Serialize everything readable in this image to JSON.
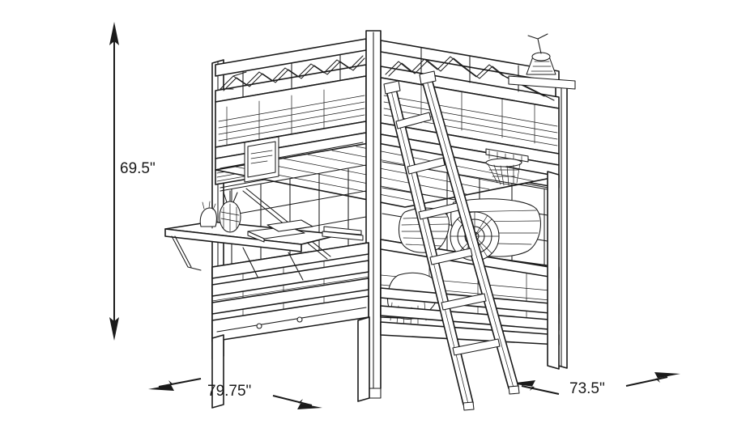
{
  "drawing": {
    "title": "Bunk Bed Dimension Diagram",
    "subject": "corner loft bunk bed with ladder and desk",
    "style": "black and white line art technical illustration",
    "background_color": "#ffffff",
    "line_color": "#1a1a1a"
  },
  "dimensions": {
    "height": {
      "value": "69.5\"",
      "axis": "vertical",
      "arrow": "double-headed",
      "position": "left"
    },
    "width": {
      "value": "79.75\"",
      "axis": "horizontal-left-perspective",
      "arrow": "double-headed",
      "position": "bottom-left"
    },
    "depth": {
      "value": "73.5\"",
      "axis": "horizontal-right-perspective",
      "arrow": "double-headed",
      "position": "bottom-right"
    }
  },
  "features": {
    "upper_bunk": "top bunk with chevron truss guardrails on both sides",
    "lower_bunk": "lower bed with mattress, pillows and throw blanket",
    "ladder": "angled front ladder with rungs",
    "desk": "fold-down desk surface on left side",
    "grid_panel_left": "grid panel with framed picture",
    "grid_panel_right": "grid panel with basketball hoop and net",
    "lamp": "small lamp on upper bunk rail right side",
    "decor": "pineapple and vase on desk, mandala pillow on bed"
  }
}
